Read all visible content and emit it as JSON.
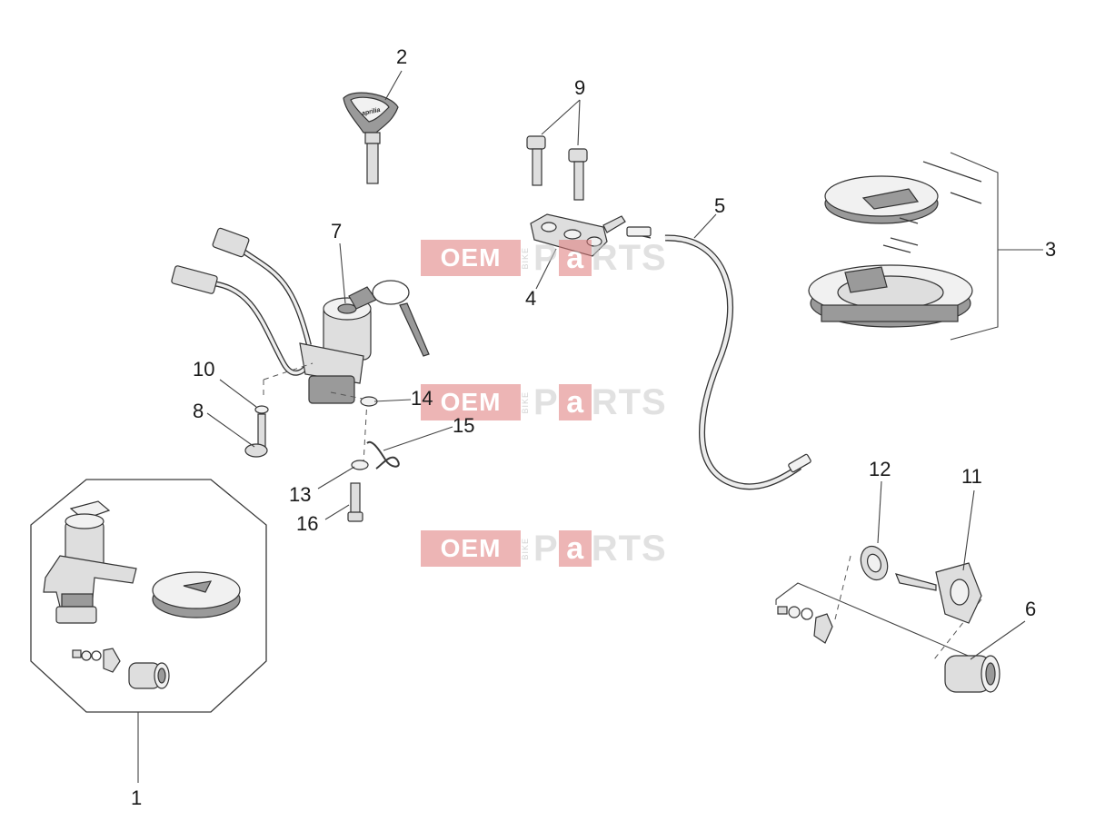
{
  "callouts": [
    {
      "id": "1",
      "text": "1"
    },
    {
      "id": "2",
      "text": "2"
    },
    {
      "id": "3",
      "text": "3"
    },
    {
      "id": "4",
      "text": "4"
    },
    {
      "id": "5",
      "text": "5"
    },
    {
      "id": "6",
      "text": "6"
    },
    {
      "id": "7",
      "text": "7"
    },
    {
      "id": "8",
      "text": "8"
    },
    {
      "id": "9",
      "text": "9"
    },
    {
      "id": "10",
      "text": "10"
    },
    {
      "id": "11",
      "text": "11"
    },
    {
      "id": "12",
      "text": "12"
    },
    {
      "id": "13",
      "text": "13"
    },
    {
      "id": "14",
      "text": "14"
    },
    {
      "id": "15",
      "text": "15"
    },
    {
      "id": "16",
      "text": "16"
    }
  ],
  "watermark": {
    "oem": "OEM",
    "bike": "BIKE",
    "p1": "P",
    "p2": "a",
    "p3": "RTS"
  },
  "key_brand": "aprilia"
}
